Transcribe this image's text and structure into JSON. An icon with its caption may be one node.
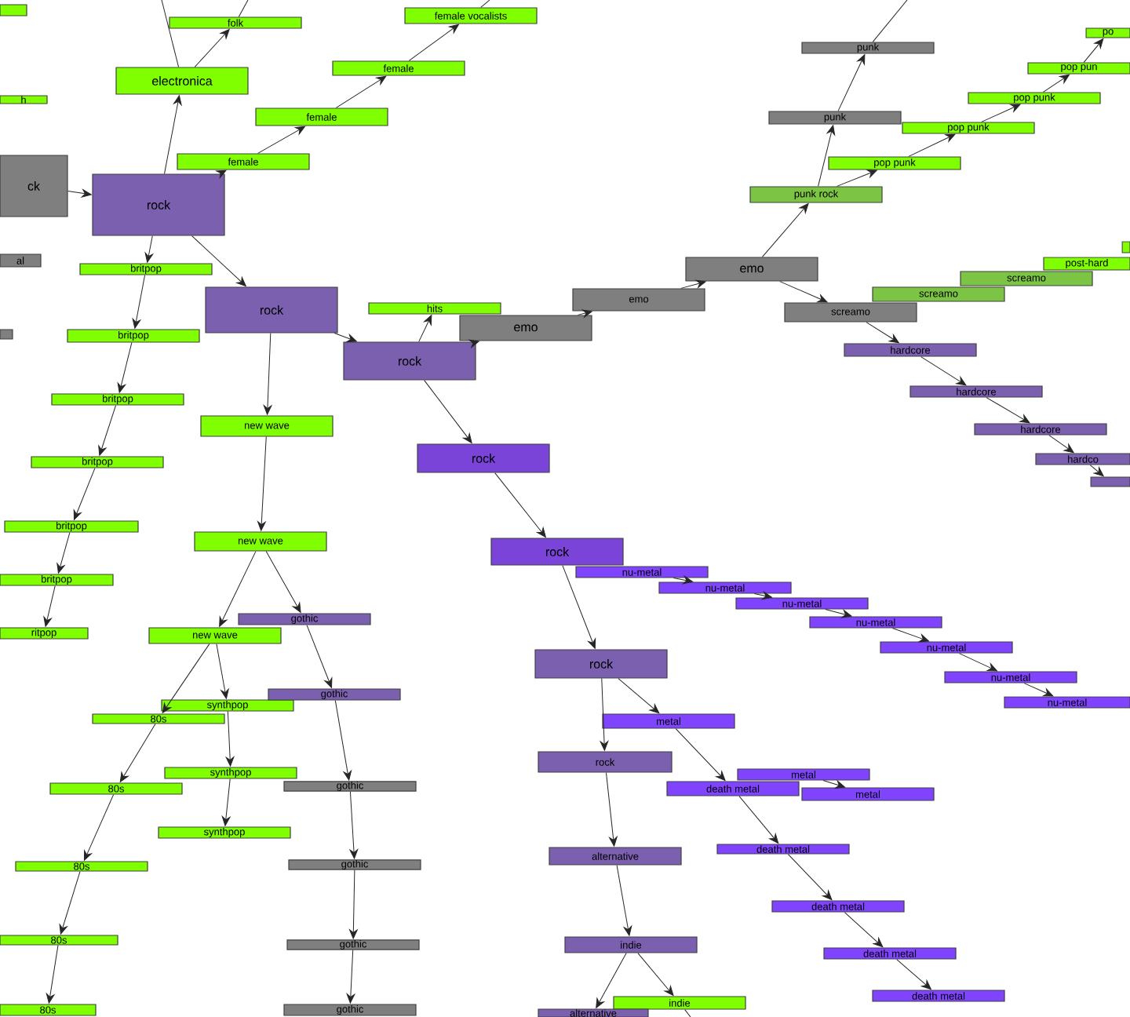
{
  "diagram": {
    "nodes": [
      {
        "text": [],
        "shape": "bar"
      },
      {
        "text": [
          "folk"
        ]
      },
      {
        "text": [
          "female vocalists"
        ]
      },
      {
        "text": [
          "electronica"
        ]
      },
      {
        "text": [
          "female"
        ]
      },
      {
        "text": [
          "female"
        ]
      },
      {
        "text": [
          "h"
        ]
      },
      {
        "text": [
          "female"
        ]
      },
      {
        "text": [
          "ck"
        ]
      },
      {
        "text": [
          "rock"
        ]
      },
      {
        "text": [
          "al"
        ]
      },
      {
        "text": [
          "britpop"
        ]
      },
      {
        "text": [],
        "shape": "bar"
      },
      {
        "text": [
          "rock"
        ]
      },
      {
        "text": [
          "britpop"
        ]
      },
      {
        "text": [
          "hits"
        ]
      },
      {
        "text": [
          "emo"
        ]
      },
      {
        "text": [
          "rock"
        ]
      },
      {
        "text": [
          "emo"
        ]
      },
      {
        "text": [
          "emo"
        ]
      },
      {
        "text": [
          "screamo"
        ]
      },
      {
        "text": [
          "screamo"
        ]
      },
      {
        "text": [
          "screamo"
        ]
      },
      {
        "text": [
          "post-hard"
        ]
      },
      {
        "text": [],
        "shape": "bar"
      },
      {
        "text": [
          "punk rock"
        ]
      },
      {
        "text": [
          "punk"
        ]
      },
      {
        "text": [
          "punk"
        ]
      },
      {
        "text": [
          "pop punk"
        ]
      },
      {
        "text": [
          "pop punk"
        ]
      },
      {
        "text": [
          "pop punk"
        ]
      },
      {
        "text": [
          "pop pun"
        ]
      },
      {
        "text": [
          "po"
        ]
      },
      {
        "text": [
          "hardcore"
        ]
      },
      {
        "text": [
          "hardcore"
        ]
      },
      {
        "text": [
          "hardcore"
        ]
      },
      {
        "text": [
          "hardco"
        ]
      },
      {
        "text": [],
        "shape": "bar"
      },
      {
        "text": [
          "new wave"
        ]
      },
      {
        "text": [
          "britpop"
        ]
      },
      {
        "text": [
          "britpop"
        ]
      },
      {
        "text": [
          "britpop"
        ]
      },
      {
        "text": [
          "britpop"
        ]
      },
      {
        "text": [
          "ritpop"
        ]
      },
      {
        "text": [
          "new wave"
        ]
      },
      {
        "text": [
          "new wave"
        ]
      },
      {
        "text": [
          "gothic"
        ]
      },
      {
        "text": [
          "synthpop"
        ]
      },
      {
        "text": [
          "80s"
        ]
      },
      {
        "text": [
          "gothic"
        ]
      },
      {
        "text": [
          "synthpop"
        ]
      },
      {
        "text": [
          "synthpop"
        ]
      },
      {
        "text": [
          "gothic"
        ]
      },
      {
        "text": [
          "gothic"
        ]
      },
      {
        "text": [
          "gothic"
        ]
      },
      {
        "text": [
          "gothic"
        ]
      },
      {
        "text": [
          "80s"
        ]
      },
      {
        "text": [
          "80s"
        ]
      },
      {
        "text": [
          "80s"
        ]
      },
      {
        "text": [
          "80s"
        ]
      },
      {
        "text": [
          "rock"
        ]
      },
      {
        "text": [
          "rock"
        ]
      },
      {
        "text": [
          "nu-metal"
        ]
      },
      {
        "text": [
          "nu-metal"
        ]
      },
      {
        "text": [
          "nu-metal"
        ]
      },
      {
        "text": [
          "nu-metal"
        ]
      },
      {
        "text": [
          "nu-metal"
        ]
      },
      {
        "text": [
          "nu-metal"
        ]
      },
      {
        "text": [
          "nu-metal"
        ]
      },
      {
        "text": [
          "rock"
        ]
      },
      {
        "text": [
          "metal"
        ]
      },
      {
        "text": [
          "rock"
        ]
      },
      {
        "text": [
          "metal"
        ]
      },
      {
        "text": [
          "death metal"
        ]
      },
      {
        "text": [
          "metal"
        ]
      },
      {
        "text": [
          "death metal"
        ]
      },
      {
        "text": [
          "death metal"
        ]
      },
      {
        "text": [
          "death metal"
        ]
      },
      {
        "text": [
          "death metal"
        ]
      },
      {
        "text": [
          "alternative"
        ]
      },
      {
        "text": [
          "indie"
        ]
      },
      {
        "text": [
          "indie"
        ]
      },
      {
        "text": [
          "alternative"
        ]
      }
    ],
    "edges": [
      {
        "from": 9,
        "to": 3,
        "arrow": "to"
      },
      {
        "from": 3,
        "to": 1,
        "arrow": "to"
      },
      {
        "from": 3,
        "to": null,
        "arrow": "none"
      },
      {
        "from": 1,
        "to": null,
        "arrow": "none"
      },
      {
        "from": 7,
        "to": 5,
        "arrow": "to"
      },
      {
        "from": 5,
        "to": 4,
        "arrow": "to"
      },
      {
        "from": 4,
        "to": 2,
        "arrow": "to"
      },
      {
        "from": 2,
        "to": null,
        "arrow": "none"
      },
      {
        "from": 9,
        "to": 7,
        "arrow": "to"
      },
      {
        "from": 8,
        "to": 9,
        "arrow": "to"
      },
      {
        "from": 9,
        "to": 11,
        "arrow": "to"
      },
      {
        "from": 9,
        "to": 13,
        "arrow": "to"
      },
      {
        "from": 11,
        "to": 14,
        "arrow": "to"
      },
      {
        "from": 14,
        "to": 39,
        "arrow": "to"
      },
      {
        "from": 39,
        "to": 40,
        "arrow": "to"
      },
      {
        "from": 40,
        "to": 41,
        "arrow": "to"
      },
      {
        "from": 41,
        "to": 42,
        "arrow": "to"
      },
      {
        "from": 42,
        "to": 43,
        "arrow": "to"
      },
      {
        "from": 13,
        "to": 17,
        "arrow": "to"
      },
      {
        "from": 13,
        "to": 38,
        "arrow": "to"
      },
      {
        "from": 17,
        "to": 15,
        "arrow": "to"
      },
      {
        "from": 17,
        "to": 16,
        "arrow": "to"
      },
      {
        "from": 16,
        "to": 18,
        "arrow": "to"
      },
      {
        "from": 18,
        "to": 19,
        "arrow": "to"
      },
      {
        "from": 19,
        "to": 25,
        "arrow": "to"
      },
      {
        "from": 19,
        "to": 20,
        "arrow": "to"
      },
      {
        "from": 25,
        "to": 26,
        "arrow": "to"
      },
      {
        "from": 26,
        "to": 27,
        "arrow": "to"
      },
      {
        "from": 27,
        "to": null,
        "arrow": "none"
      },
      {
        "from": 25,
        "to": 28,
        "arrow": "to"
      },
      {
        "from": 28,
        "to": 29,
        "arrow": "to"
      },
      {
        "from": 29,
        "to": 30,
        "arrow": "to"
      },
      {
        "from": 30,
        "to": 31,
        "arrow": "to"
      },
      {
        "from": 31,
        "to": 32,
        "arrow": "to"
      },
      {
        "from": 20,
        "to": 33,
        "arrow": "to"
      },
      {
        "from": 33,
        "to": 34,
        "arrow": "to"
      },
      {
        "from": 34,
        "to": 35,
        "arrow": "to"
      },
      {
        "from": 35,
        "to": 36,
        "arrow": "to"
      },
      {
        "from": 36,
        "to": 37,
        "arrow": "to"
      },
      {
        "from": 38,
        "to": 44,
        "arrow": "to"
      },
      {
        "from": 44,
        "to": 45,
        "arrow": "to"
      },
      {
        "from": 44,
        "to": 46,
        "arrow": "to"
      },
      {
        "from": 45,
        "to": 48,
        "arrow": "to"
      },
      {
        "from": 45,
        "to": 47,
        "arrow": "to"
      },
      {
        "from": 47,
        "to": 50,
        "arrow": "to"
      },
      {
        "from": 50,
        "to": 51,
        "arrow": "to"
      },
      {
        "from": 48,
        "to": 56,
        "arrow": "to"
      },
      {
        "from": 56,
        "to": 57,
        "arrow": "to"
      },
      {
        "from": 57,
        "to": 58,
        "arrow": "to"
      },
      {
        "from": 58,
        "to": 59,
        "arrow": "to"
      },
      {
        "from": 46,
        "to": 49,
        "arrow": "to"
      },
      {
        "from": 49,
        "to": 52,
        "arrow": "to"
      },
      {
        "from": 52,
        "to": 53,
        "arrow": "to"
      },
      {
        "from": 53,
        "to": 54,
        "arrow": "to"
      },
      {
        "from": 54,
        "to": 55,
        "arrow": "to"
      },
      {
        "from": 17,
        "to": 60,
        "arrow": "to"
      },
      {
        "from": 60,
        "to": 61,
        "arrow": "to"
      },
      {
        "from": 62,
        "to": 63,
        "arrow": "to"
      },
      {
        "from": 63,
        "to": 64,
        "arrow": "to"
      },
      {
        "from": 64,
        "to": 65,
        "arrow": "to"
      },
      {
        "from": 65,
        "to": 66,
        "arrow": "to"
      },
      {
        "from": 66,
        "to": 67,
        "arrow": "to"
      },
      {
        "from": 67,
        "to": 68,
        "arrow": "to"
      },
      {
        "from": 61,
        "to": 69,
        "arrow": "to"
      },
      {
        "from": 69,
        "to": 71,
        "arrow": "to"
      },
      {
        "from": 69,
        "to": 70,
        "arrow": "to"
      },
      {
        "from": 70,
        "to": 73,
        "arrow": "to"
      },
      {
        "from": 72,
        "to": 74,
        "arrow": "to"
      },
      {
        "from": 73,
        "to": 75,
        "arrow": "to"
      },
      {
        "from": 75,
        "to": 76,
        "arrow": "to"
      },
      {
        "from": 76,
        "to": 77,
        "arrow": "to"
      },
      {
        "from": 77,
        "to": 78,
        "arrow": "to"
      },
      {
        "from": 71,
        "to": 79,
        "arrow": "to"
      },
      {
        "from": 79,
        "to": 80,
        "arrow": "to"
      },
      {
        "from": 80,
        "to": 82,
        "arrow": "to"
      },
      {
        "from": 80,
        "to": 81,
        "arrow": "to"
      },
      {
        "from": 81,
        "to": null,
        "arrow": "none"
      }
    ]
  }
}
